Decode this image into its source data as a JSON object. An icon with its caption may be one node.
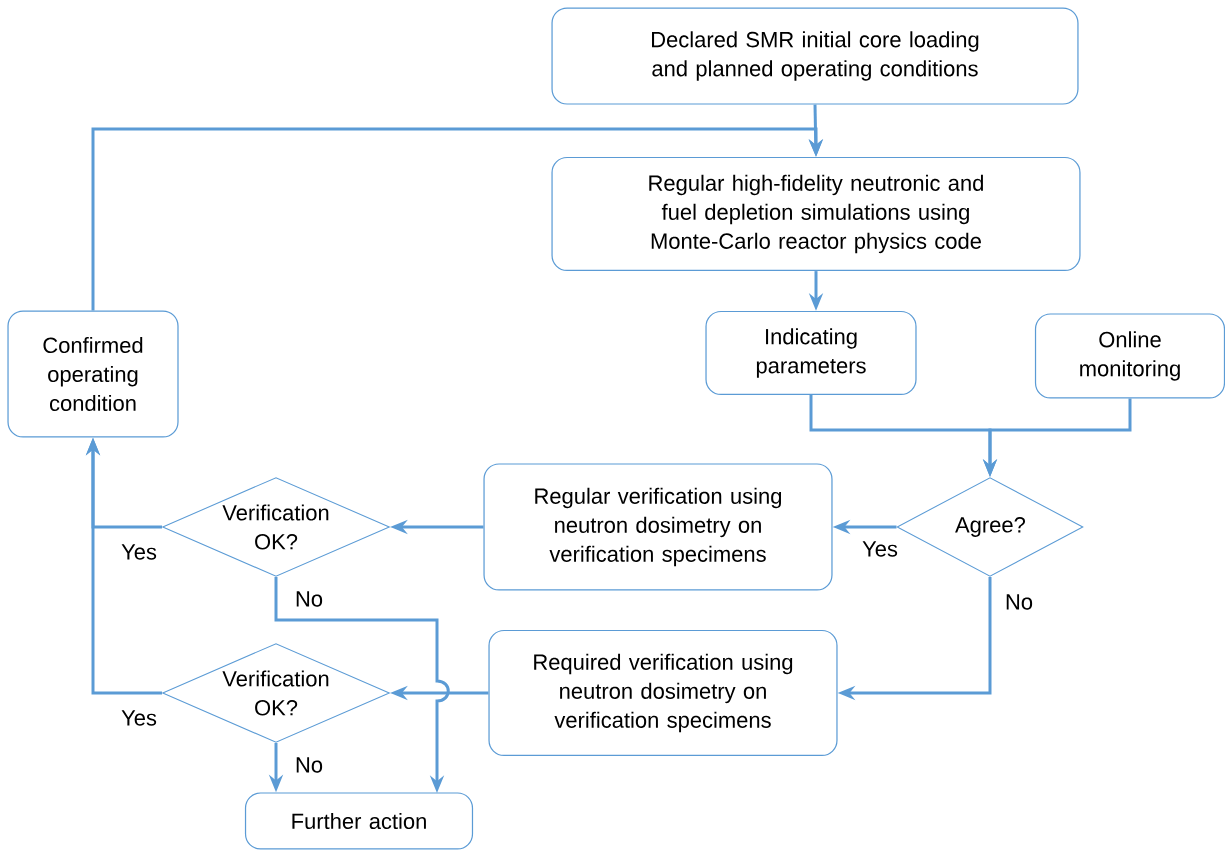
{
  "diagram": {
    "nodes": [
      {
        "text": [
          "Declared SMR initial core loading and planned operating conditions"
        ]
      },
      {
        "text": [
          "Regular high-fidelity neutronic and fuel depletion simulations using Monte-Carlo reactor physics code"
        ]
      },
      {
        "text": [
          "Indicating parameters"
        ]
      },
      {
        "text": [
          "Online monitoring"
        ]
      },
      {
        "text": [
          "Agree?"
        ]
      },
      {
        "text": [
          "Regular verification using neutron dosimetry on verification specimens"
        ]
      },
      {
        "text": [
          "Verification OK?"
        ]
      },
      {
        "text": [
          "Required verification using neutron dosimetry on verification specimens"
        ]
      },
      {
        "text": [
          "Verification OK?"
        ]
      },
      {
        "text": [
          "Confirmed operating condition"
        ]
      },
      {
        "text": [
          "Further action"
        ]
      }
    ],
    "edges": [
      {
        "from": 0,
        "to": 1,
        "arrow": "to"
      },
      {
        "from": 9,
        "to": 1,
        "arrow": "to"
      },
      {
        "from": 1,
        "to": 2,
        "arrow": "to"
      },
      {
        "from": 2,
        "to": 4,
        "arrow": "to"
      },
      {
        "from": 3,
        "to": 4,
        "arrow": "to"
      },
      {
        "from": 4,
        "to": 5,
        "arrow": "to",
        "label": "Yes"
      },
      {
        "from": 4,
        "to": 7,
        "arrow": "to",
        "label": "No"
      },
      {
        "from": 5,
        "to": 6,
        "arrow": "to"
      },
      {
        "from": 7,
        "to": 8,
        "arrow": "to"
      },
      {
        "from": 6,
        "to": 9,
        "arrow": "to",
        "label": "Yes"
      },
      {
        "from": 8,
        "to": 9,
        "arrow": "to",
        "label": "Yes"
      },
      {
        "from": 6,
        "to": 10,
        "arrow": "to",
        "label": "No"
      },
      {
        "from": 8,
        "to": 10,
        "arrow": "to",
        "label": "No"
      }
    ]
  }
}
